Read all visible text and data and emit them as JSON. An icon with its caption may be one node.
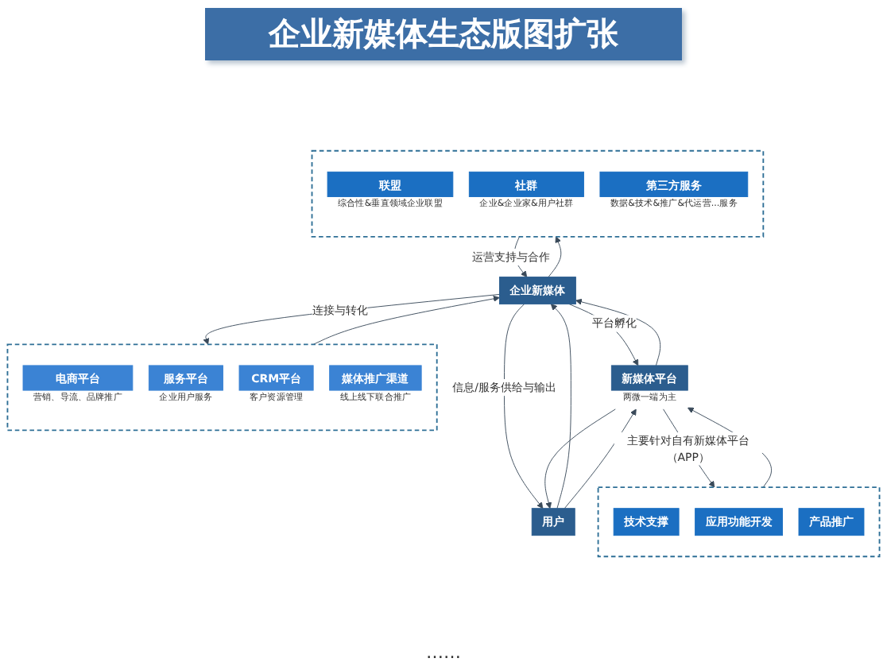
{
  "diagram": {
    "title": "企业新媒体生态版图扩张",
    "nodes": [
      {
        "text": [],
        "shape": "box"
      },
      {
        "text": [
          "联盟"
        ],
        "beside": [
          "综合性&垂直领域企业联盟"
        ],
        "in": 0
      },
      {
        "text": [
          "社群"
        ],
        "beside": [
          "企业&企业家&用户社群"
        ],
        "in": 0
      },
      {
        "text": [
          "第三方服务"
        ],
        "beside": [
          "数据&技术&推广&代运营...服务"
        ],
        "in": 0
      },
      {
        "text": [
          "企业新媒体"
        ]
      },
      {
        "text": [],
        "shape": "box"
      },
      {
        "text": [
          "电商平台"
        ],
        "beside": [
          "营销、导流、品牌推广"
        ],
        "in": 5
      },
      {
        "text": [
          "服务平台"
        ],
        "beside": [
          "企业用户服务"
        ],
        "in": 5
      },
      {
        "text": [
          "CRM平台"
        ],
        "beside": [
          "客户资源管理"
        ],
        "in": 5
      },
      {
        "text": [
          "媒体推广渠道"
        ],
        "beside": [
          "线上线下联合推广"
        ],
        "in": 5
      },
      {
        "text": [
          "新媒体平台"
        ],
        "beside": [
          "两微一端为主"
        ]
      },
      {
        "text": [
          "用户"
        ]
      },
      {
        "text": [],
        "shape": "box"
      },
      {
        "text": [
          "技术支撑"
        ],
        "in": 12
      },
      {
        "text": [
          "应用功能开发"
        ],
        "in": 12
      },
      {
        "text": [
          "产品推广"
        ],
        "in": 12
      }
    ],
    "edges": [
      {
        "from": 0,
        "to": 4,
        "arrow": "to",
        "label": "运营支持与合作"
      },
      {
        "from": 4,
        "to": 0,
        "arrow": "to"
      },
      {
        "from": 4,
        "to": 5,
        "arrow": "to",
        "label": "连接与转化"
      },
      {
        "from": 5,
        "to": 4,
        "arrow": "to"
      },
      {
        "from": 4,
        "to": 10,
        "arrow": "to",
        "label": "平台孵化"
      },
      {
        "from": 10,
        "to": 4,
        "arrow": "to"
      },
      {
        "from": 4,
        "to": 11,
        "arrow": "to",
        "label": "信息/服务供给与输出"
      },
      {
        "from": 11,
        "to": 4,
        "arrow": "to"
      },
      {
        "from": 10,
        "to": 11,
        "arrow": "to"
      },
      {
        "from": 11,
        "to": 10,
        "arrow": "to"
      },
      {
        "from": 10,
        "to": 12,
        "arrow": "to",
        "label": "主要针对自有新媒体平台（APP）"
      },
      {
        "from": 12,
        "to": 10,
        "arrow": "to"
      }
    ],
    "labels": [
      "……"
    ]
  }
}
